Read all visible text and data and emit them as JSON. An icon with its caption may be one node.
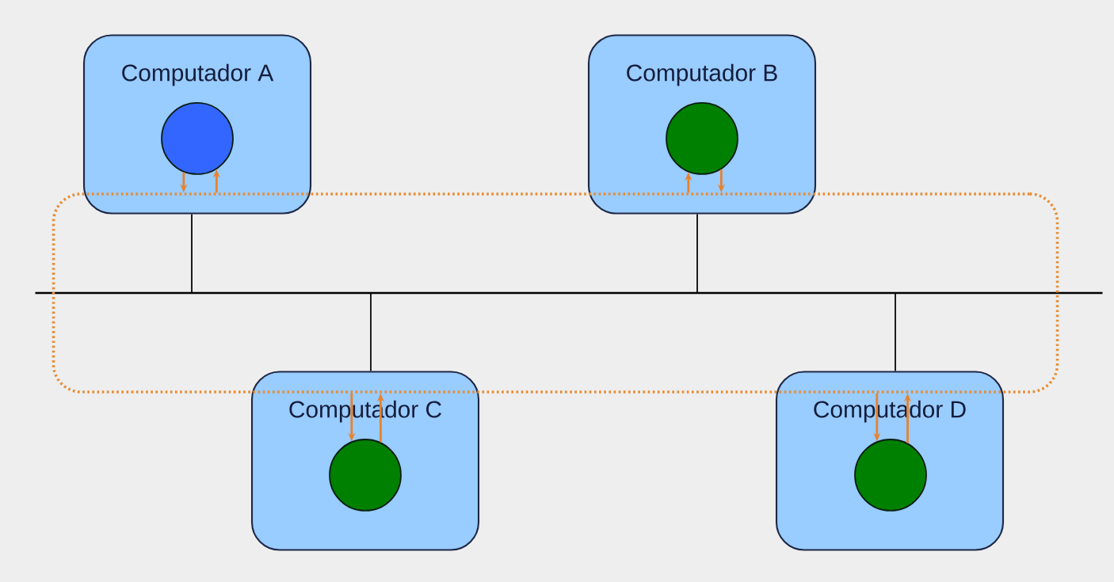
{
  "diagram": {
    "nodes": [
      {
        "text": [
          "Computador A"
        ]
      },
      {
        "text": [
          "Computador B"
        ]
      },
      {
        "text": [
          "Computador C"
        ]
      },
      {
        "text": [
          "Computador D"
        ]
      },
      {
        "text": [],
        "shape": "circle",
        "in": 0
      },
      {
        "text": [],
        "shape": "circle",
        "in": 1
      },
      {
        "text": [],
        "shape": "circle",
        "in": 2
      },
      {
        "text": [],
        "shape": "circle",
        "in": 3
      },
      {
        "text": [],
        "shape": "bar"
      }
    ],
    "edges": [
      {
        "from": 0,
        "to": 8,
        "arrow": "none",
        "color": "#000000"
      },
      {
        "from": 1,
        "to": 8,
        "arrow": "none",
        "color": "#000000"
      },
      {
        "from": 2,
        "to": 8,
        "arrow": "none",
        "color": "#000000"
      },
      {
        "from": 3,
        "to": 8,
        "arrow": "none",
        "color": "#000000"
      },
      {
        "from": 4,
        "to": null,
        "arrow": "to",
        "color": "#e8822c"
      },
      {
        "from": null,
        "to": 4,
        "arrow": "to",
        "color": "#e8822c"
      },
      {
        "from": null,
        "to": 5,
        "arrow": "to",
        "color": "#e8822c"
      },
      {
        "from": 5,
        "to": null,
        "arrow": "to",
        "color": "#e8822c"
      },
      {
        "from": null,
        "to": 6,
        "arrow": "to",
        "color": "#e8822c"
      },
      {
        "from": 6,
        "to": null,
        "arrow": "to",
        "color": "#e8822c"
      },
      {
        "from": null,
        "to": 7,
        "arrow": "to",
        "color": "#e8822c"
      },
      {
        "from": 7,
        "to": null,
        "arrow": "to",
        "color": "#e8822c"
      }
    ]
  }
}
